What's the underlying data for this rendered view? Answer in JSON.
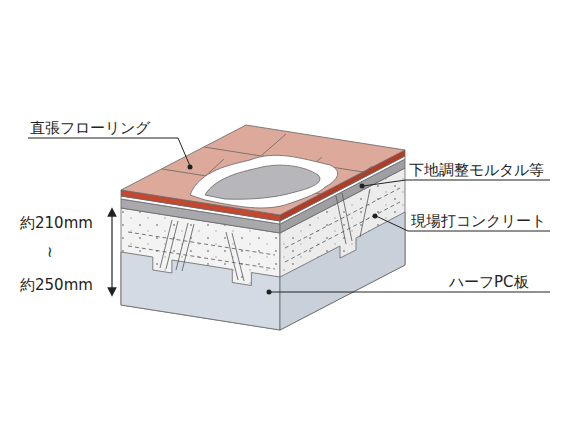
{
  "diagram": {
    "labels": [
      "直張フローリング",
      "下地調整モルタル等",
      "現場打コンクリート",
      "ハーフPC板",
      "約210mm",
      "≀",
      "約250mm"
    ]
  }
}
